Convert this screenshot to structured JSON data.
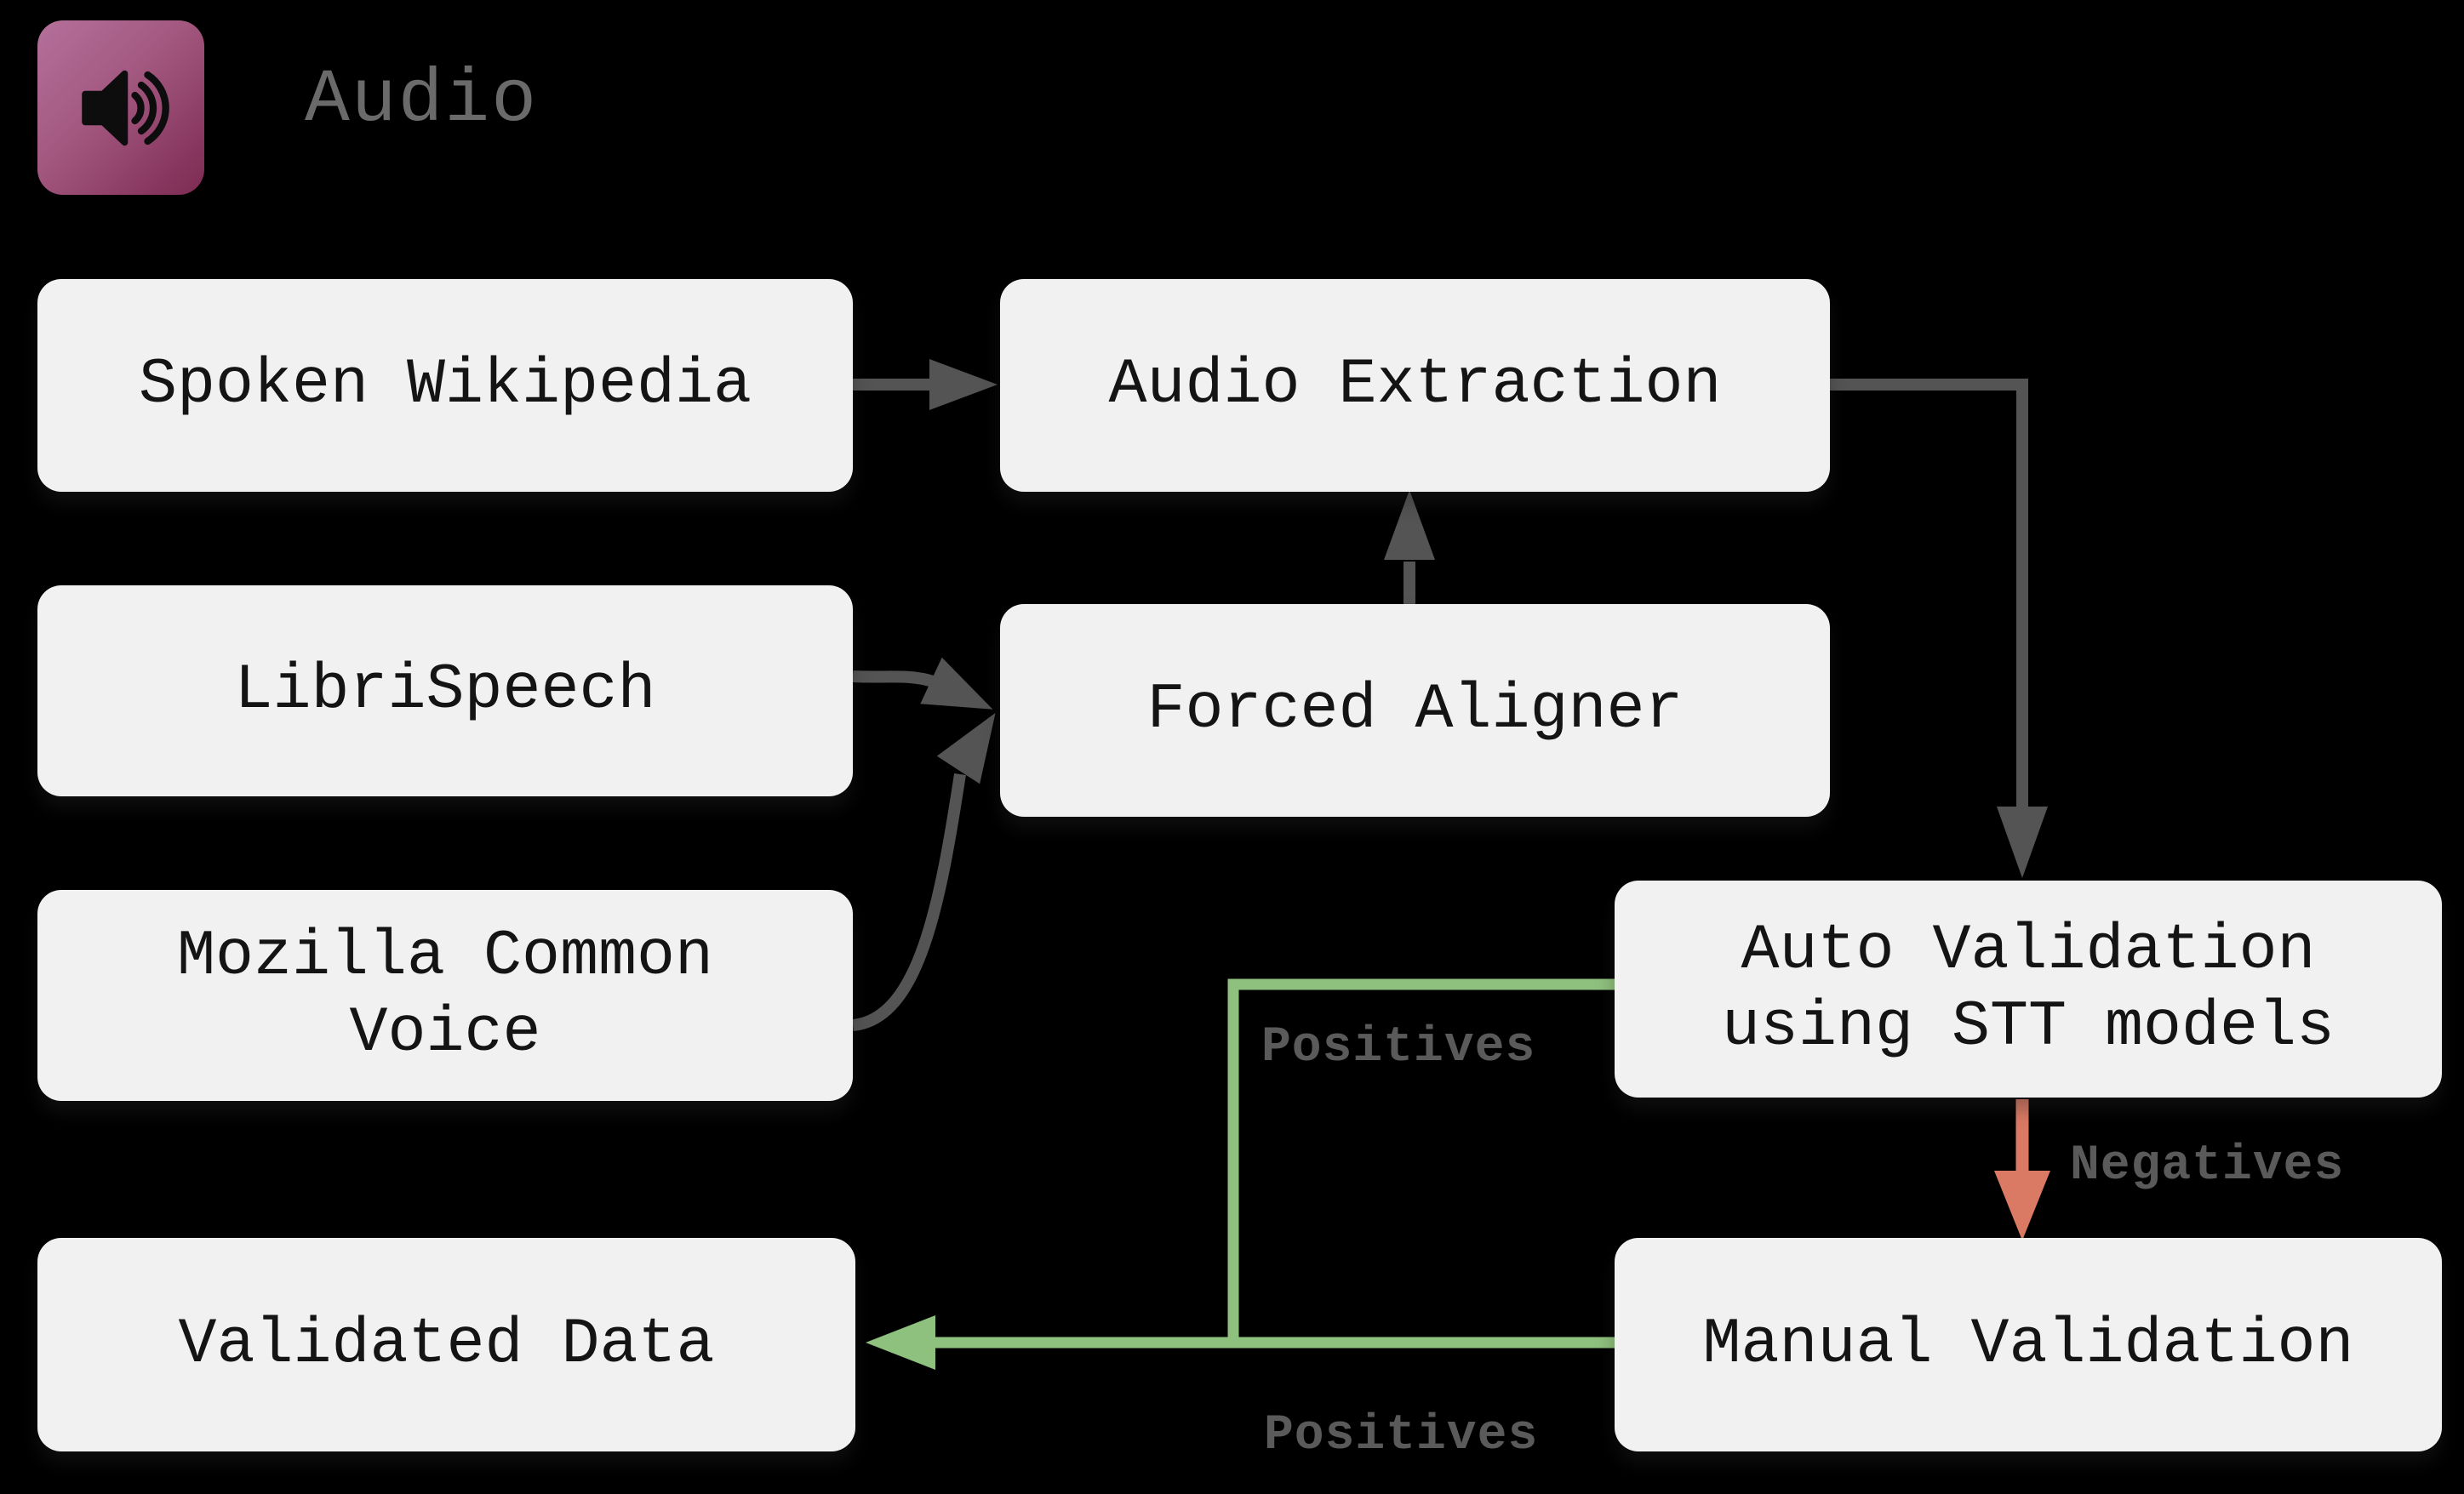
{
  "header": {
    "title": "Audio",
    "icon": "speaker-icon"
  },
  "nodes": [
    {
      "id": "spoken-wikipedia",
      "label": "Spoken Wikipedia"
    },
    {
      "id": "librispeech",
      "label": "LibriSpeech"
    },
    {
      "id": "mozilla-common-voice",
      "label": "Mozilla Common\nVoice"
    },
    {
      "id": "audio-extraction",
      "label": "Audio Extraction"
    },
    {
      "id": "forced-aligner",
      "label": "Forced Aligner"
    },
    {
      "id": "auto-validation",
      "label": "Auto Validation\nusing STT models"
    },
    {
      "id": "manual-validation",
      "label": "Manual Validation"
    },
    {
      "id": "validated-data",
      "label": "Validated Data"
    }
  ],
  "edges": [
    {
      "from": "Spoken Wikipedia",
      "to": "Audio Extraction",
      "label": "",
      "color": "gray"
    },
    {
      "from": "LibriSpeech",
      "to": "Forced Aligner",
      "label": "",
      "color": "gray"
    },
    {
      "from": "Mozilla Common Voice",
      "to": "Forced Aligner",
      "label": "",
      "color": "gray"
    },
    {
      "from": "Forced Aligner",
      "to": "Audio Extraction",
      "label": "",
      "color": "gray"
    },
    {
      "from": "Audio Extraction",
      "to": "Auto Validation using STT models",
      "label": "",
      "color": "gray"
    },
    {
      "from": "Auto Validation using STT models",
      "to": "Manual Validation",
      "label": "Negatives",
      "color": "red"
    },
    {
      "from": "Auto Validation using STT models",
      "to": "Validated Data",
      "label": "Positives",
      "color": "green"
    },
    {
      "from": "Manual Validation",
      "to": "Validated Data",
      "label": "Positives",
      "color": "green"
    }
  ],
  "colors": {
    "background": "#000000",
    "node_fill": "#f1f1f1",
    "node_text": "#141414",
    "edge_gray": "#545454",
    "edge_green": "#8fc17e",
    "edge_red": "#db7a64",
    "label_gray": "#5a5a5a",
    "title_gray": "#6a6a6a",
    "icon_gradient_start": "#b4719b",
    "icon_gradient_end": "#7c2a52",
    "icon_glyph": "#0d0d0d"
  }
}
